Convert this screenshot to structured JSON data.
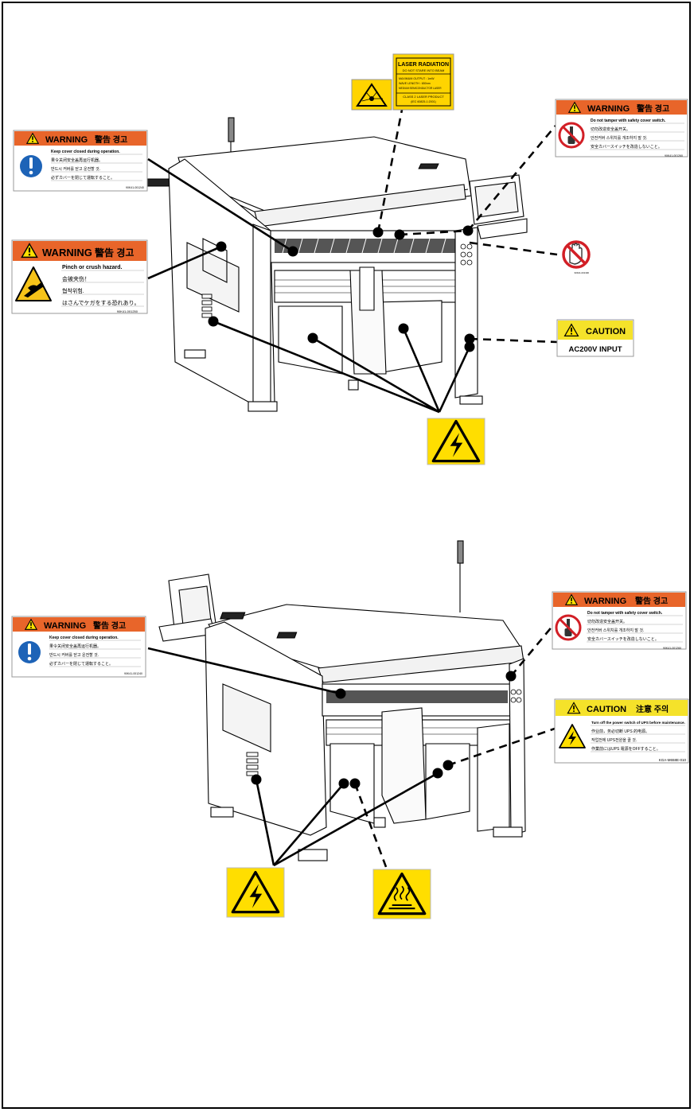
{
  "colors": {
    "warning_orange": "#e8652a",
    "caution_yellow": "#f5e22a",
    "hazard_yellow": "#ffdd00",
    "prohibit_red": "#d21f26",
    "mandatory_blue": "#1d63b7",
    "pinch_yellow": "#f6c319"
  },
  "labels": {
    "warning_word": "WARNING",
    "warning_cjk": "警告 경고",
    "caution_word": "CAUTION",
    "caution_cjk": "注意 주의",
    "keep_cover": {
      "lines": [
        "Keep cover closed during operation.",
        "果令关闭安全盖再运行机器。",
        "반드시 커버를 닫고 운전할 것.",
        "必ずカバーを閉じて運転すること。"
      ],
      "code": "90K41-001240"
    },
    "pinch": {
      "lines": [
        "Pinch or crush hazard.",
        "会被夹伤！",
        "협착위험.",
        "はさんでケガをする恐れあり。"
      ],
      "code": "90K41-001250"
    },
    "tamper": {
      "lines": [
        "Do not tamper with safety cover switch.",
        "切勿改造安全盖开关。",
        "안전커버 스위치를 개조하지 말 것.",
        "安全カバースイッチを改造しないこと。"
      ],
      "code": "90K41-001260"
    },
    "laser": {
      "lines": [
        "LASER RADIATION",
        "DO NOT STARE INTO BEAM",
        "MAXIMUM OUTPUT : 1mW",
        "WAVE LENGTH      : 650nm",
        "MEDIUM:SEMICONDUCTOR LASER",
        "CLASS 2 LASER PRODUCT",
        "(IEC 60825-1:2001)"
      ]
    },
    "ac200v": {
      "caption": "AC200V INPUT"
    },
    "ups": {
      "lines": [
        "Turn off the power switch of UPS before maintenance.",
        "作业前，务必切断 UPS 的电源。",
        "작업전에 UPS전원을 끌 것.",
        "作業前にはUPS 電源をOFFすること。"
      ],
      "code": "KGA-M658E-010"
    },
    "hand_code": "90K41-001300"
  }
}
